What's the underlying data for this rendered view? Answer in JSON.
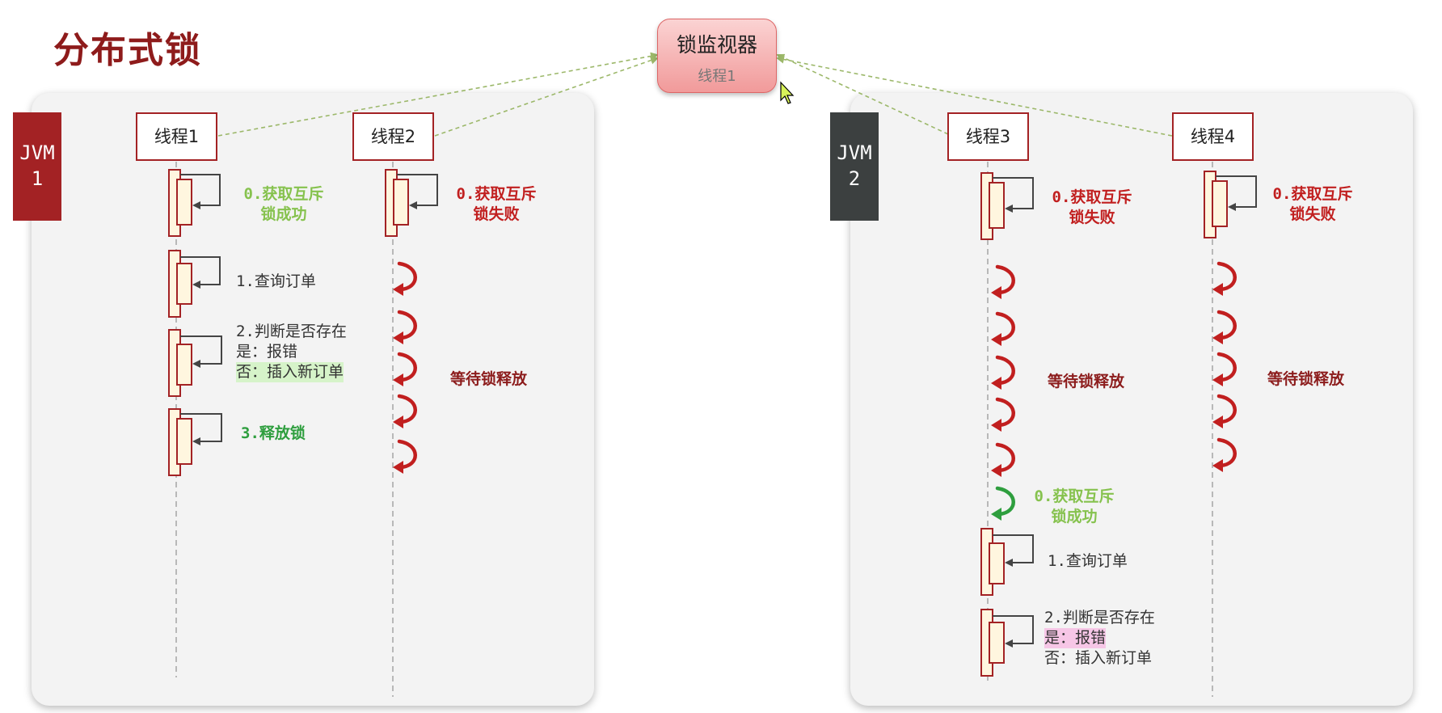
{
  "title": "分布式锁",
  "monitor": {
    "title": "锁监视器",
    "owner": "线程1"
  },
  "jvms": [
    {
      "label": "JVM\n1",
      "color": "#a32224"
    },
    {
      "label": "JVM\n2",
      "color": "#3c4040"
    }
  ],
  "threads": [
    "线程1",
    "线程2",
    "线程3",
    "线程4"
  ],
  "steps": {
    "t1": {
      "acquire_success": "0.获取互斥\n锁成功",
      "query_order": "1.查询订单",
      "check_line1": "2.判断是否存在",
      "check_line2": "是：报错",
      "check_line3": "否：插入新订单",
      "release": "3.释放锁"
    },
    "t2": {
      "acquire_fail": "0.获取互斥\n锁失败",
      "wait": "等待锁释放"
    },
    "t3": {
      "acquire_fail": "0.获取互斥\n锁失败",
      "wait": "等待锁释放",
      "acquire_success": "0.获取互斥\n锁成功",
      "query_order": "1.查询订单",
      "check_line1": "2.判断是否存在",
      "check_line2": "是：报错",
      "check_line3": "否：插入新订单"
    },
    "t4": {
      "acquire_fail": "0.获取互斥\n锁失败",
      "wait": "等待锁释放"
    }
  },
  "colors": {
    "success": "#86c24e",
    "release": "#2e9e3e",
    "fail": "#c11f1f",
    "waiting": "#8c1c1c",
    "arrow": "#9cb86a"
  }
}
